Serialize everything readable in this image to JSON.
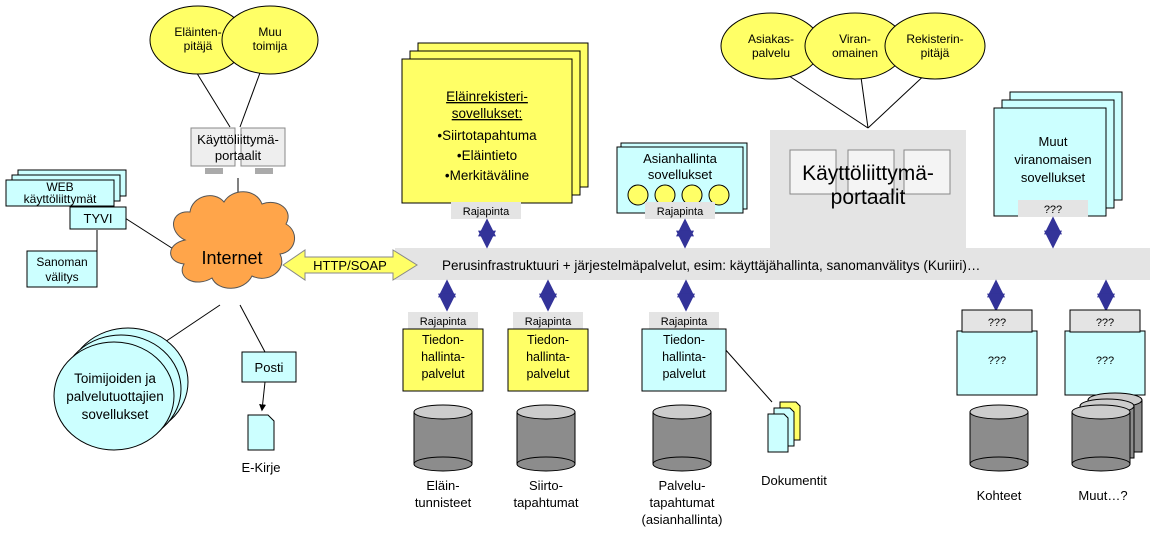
{
  "colors": {
    "yellow": "#ffff66",
    "cyan": "#ccffff",
    "grey_band": "#e4e4e4",
    "cloud": "#ffa54a",
    "arrow": "#333399",
    "db_top": "#cccccc",
    "db_body": "#8c8c8c"
  },
  "top_left_ellipses": [
    [
      "Eläinten-",
      "pitäjä"
    ],
    [
      "Muu",
      "toimija"
    ]
  ],
  "top_right_ellipses": [
    [
      "Asiakas-",
      "palvelu"
    ],
    [
      "Viran-",
      "omainen"
    ],
    [
      "Rekisterin-",
      "pitäjä"
    ]
  ],
  "portal_left": [
    "Käyttöliittymä-",
    "portaalit"
  ],
  "portal_right": [
    "Käyttöliittymä-",
    "portaalit"
  ],
  "web_box": [
    "WEB",
    "käyttöliittymät"
  ],
  "tyvi": "TYVI",
  "sanoman": [
    "Sanoman",
    "välitys"
  ],
  "internet": "Internet",
  "http_soap": "HTTP/SOAP",
  "posti": "Posti",
  "ekirje": "E-Kirje",
  "toimijoiden": [
    "Toimijoiden ja",
    "palvelutuottajien",
    "sovellukset"
  ],
  "elainrekisteri": {
    "title": [
      "Eläinrekisteri-",
      "sovellukset:"
    ],
    "items": [
      "•Siirtotapahtuma",
      "•Eläintieto",
      "•Merkitäväline"
    ],
    "rajapinta": "Rajapinta"
  },
  "asianhallinta": {
    "title": [
      "Asianhallinta",
      "sovellukset"
    ],
    "rajapinta": "Rajapinta"
  },
  "muut_viranomaisen": {
    "title": [
      "Muut",
      "viranomaisen",
      "sovellukset"
    ],
    "tag": "???"
  },
  "perus_band": "Perusinfrastruktuuri + järjestelmäpalvelut, esim: käyttäjähallinta, sanomanvälitys (Kuriiri)…",
  "tiedon_boxes": [
    {
      "rajapinta": "Rajapinta",
      "lines": [
        "Tiedon-",
        "hallinta-",
        "palvelut"
      ]
    },
    {
      "rajapinta": "Rajapinta",
      "lines": [
        "Tiedon-",
        "hallinta-",
        "palvelut"
      ]
    },
    {
      "rajapinta": "Rajapinta",
      "lines": [
        "Tiedon-",
        "hallinta-",
        "palvelut"
      ]
    }
  ],
  "unknown_boxes": [
    {
      "tag": "???",
      "body": "???"
    },
    {
      "tag": "???",
      "body": "???"
    }
  ],
  "db_labels": [
    [
      "Eläin-",
      "tunnisteet"
    ],
    [
      "Siirto-",
      "tapahtumat"
    ],
    [
      "Palvelu-",
      "tapahtumat",
      "(asianhallinta)"
    ],
    [
      "Kohteet"
    ],
    [
      "Muut…?"
    ]
  ],
  "dokumentit": "Dokumentit"
}
